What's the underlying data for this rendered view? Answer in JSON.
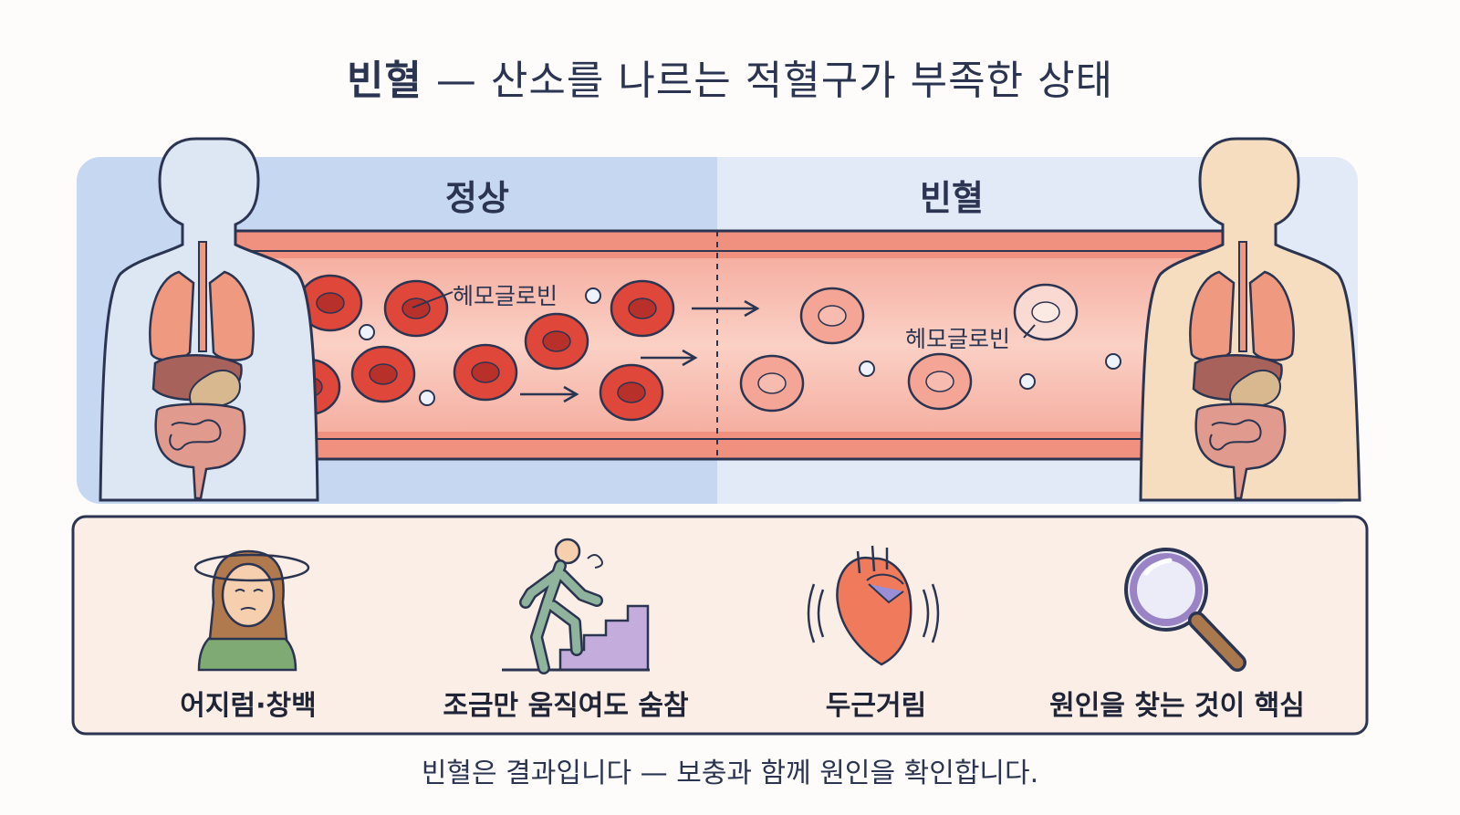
{
  "title": {
    "bold": "빈혈",
    "rest": " — 산소를 나르는 적혈구가 부족한 상태"
  },
  "panels": {
    "normal": "정상",
    "anemia": "빈혈"
  },
  "labels": {
    "hemoglobin_left": "헤모글로빈",
    "hemoglobin_right": "헤모글로빈"
  },
  "symptoms": [
    {
      "label": "어지럼·창백",
      "icon": "dizzy-person-icon"
    },
    {
      "label": "조금만 움직여도 숨참",
      "icon": "climbing-stairs-icon"
    },
    {
      "label": "두근거림",
      "icon": "heart-icon"
    },
    {
      "label": "원인을 찾는 것이 핵심",
      "icon": "magnifier-icon"
    }
  ],
  "footer": "빈혈은 결과입니다 — 보충과 함께 원인을 확인합니다.",
  "colors": {
    "left_panel": "#c6d7f2",
    "right_panel": "#e2eaf8",
    "vessel": "#f6b3a5",
    "rbc_normal": "#e0473b",
    "rbc_pale": "#f4a596",
    "outline": "#2b3450",
    "symptom_box": "#fbeee6"
  }
}
